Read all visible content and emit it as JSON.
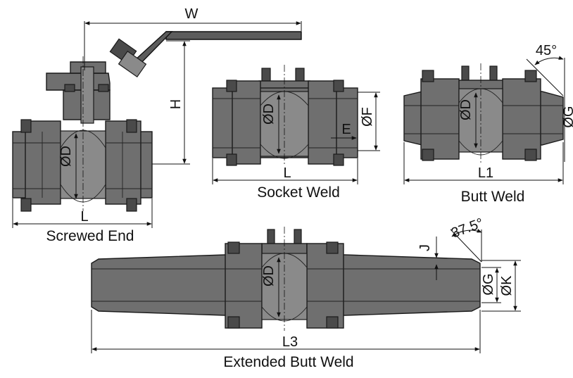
{
  "captions": {
    "screwed_end": "Screwed End",
    "socket_weld": "Socket Weld",
    "butt_weld": "Butt Weld",
    "extended_butt_weld": "Extended Butt Weld"
  },
  "dimensions": {
    "W": "W",
    "H": "H",
    "L_screwed": "L",
    "L_socket": "L",
    "L1": "L1",
    "L3": "L3",
    "E": "E",
    "J": "J",
    "D_screwed": "ØD",
    "D_socket": "ØD",
    "D_butt": "ØD",
    "D_extended": "ØD",
    "F": "ØF",
    "G_butt": "ØG",
    "G_extended": "ØG",
    "K": "ØK",
    "angle_butt": "45°",
    "angle_extended": "37.5°"
  }
}
